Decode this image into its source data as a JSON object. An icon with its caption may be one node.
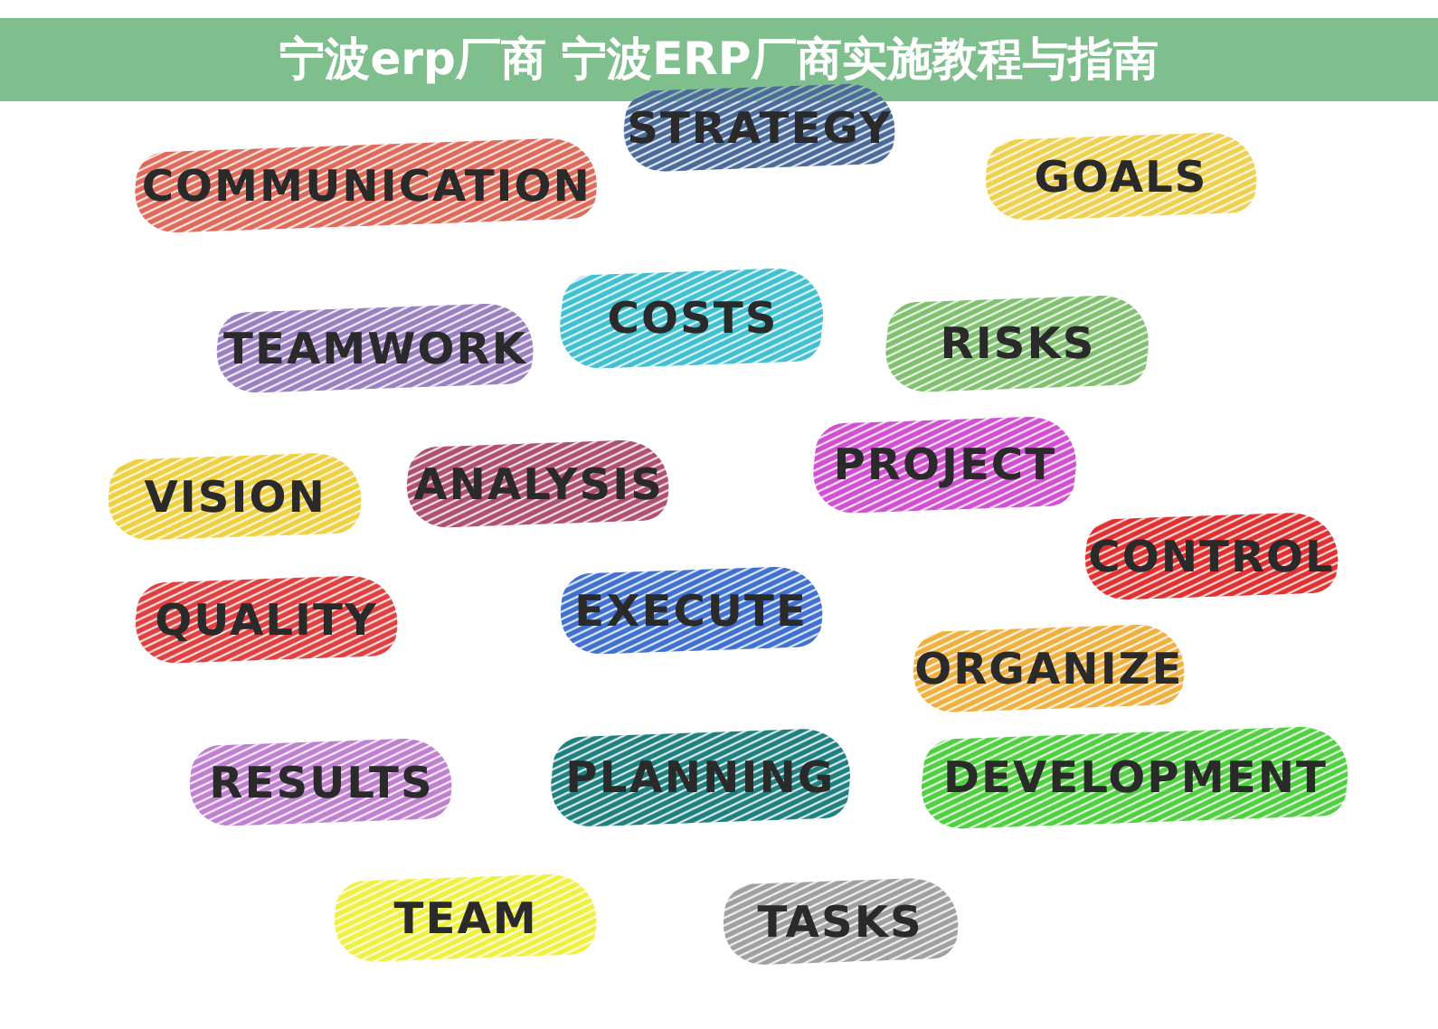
{
  "diagram": {
    "title": "宁波erp厂商 宁波ERP厂商实施教程与指南",
    "nodes": [
      {
        "text": [
          "STRATEGY"
        ]
      },
      {
        "text": [
          "COMMUNICATION"
        ]
      },
      {
        "text": [
          "GOALS"
        ]
      },
      {
        "text": [
          "TEAMWORK"
        ]
      },
      {
        "text": [
          "COSTS"
        ]
      },
      {
        "text": [
          "RISKS"
        ]
      },
      {
        "text": [
          "VISION"
        ]
      },
      {
        "text": [
          "ANALYSIS"
        ]
      },
      {
        "text": [
          "PROJECT"
        ]
      },
      {
        "text": [
          "CONTROL"
        ]
      },
      {
        "text": [
          "QUALITY"
        ]
      },
      {
        "text": [
          "EXECUTE"
        ]
      },
      {
        "text": [
          "ORGANIZE"
        ]
      },
      {
        "text": [
          "RESULTS"
        ]
      },
      {
        "text": [
          "PLANNING"
        ]
      },
      {
        "text": [
          "DEVELOPMENT"
        ]
      },
      {
        "text": [
          "TEAM"
        ]
      },
      {
        "text": [
          "TASKS"
        ]
      }
    ]
  }
}
